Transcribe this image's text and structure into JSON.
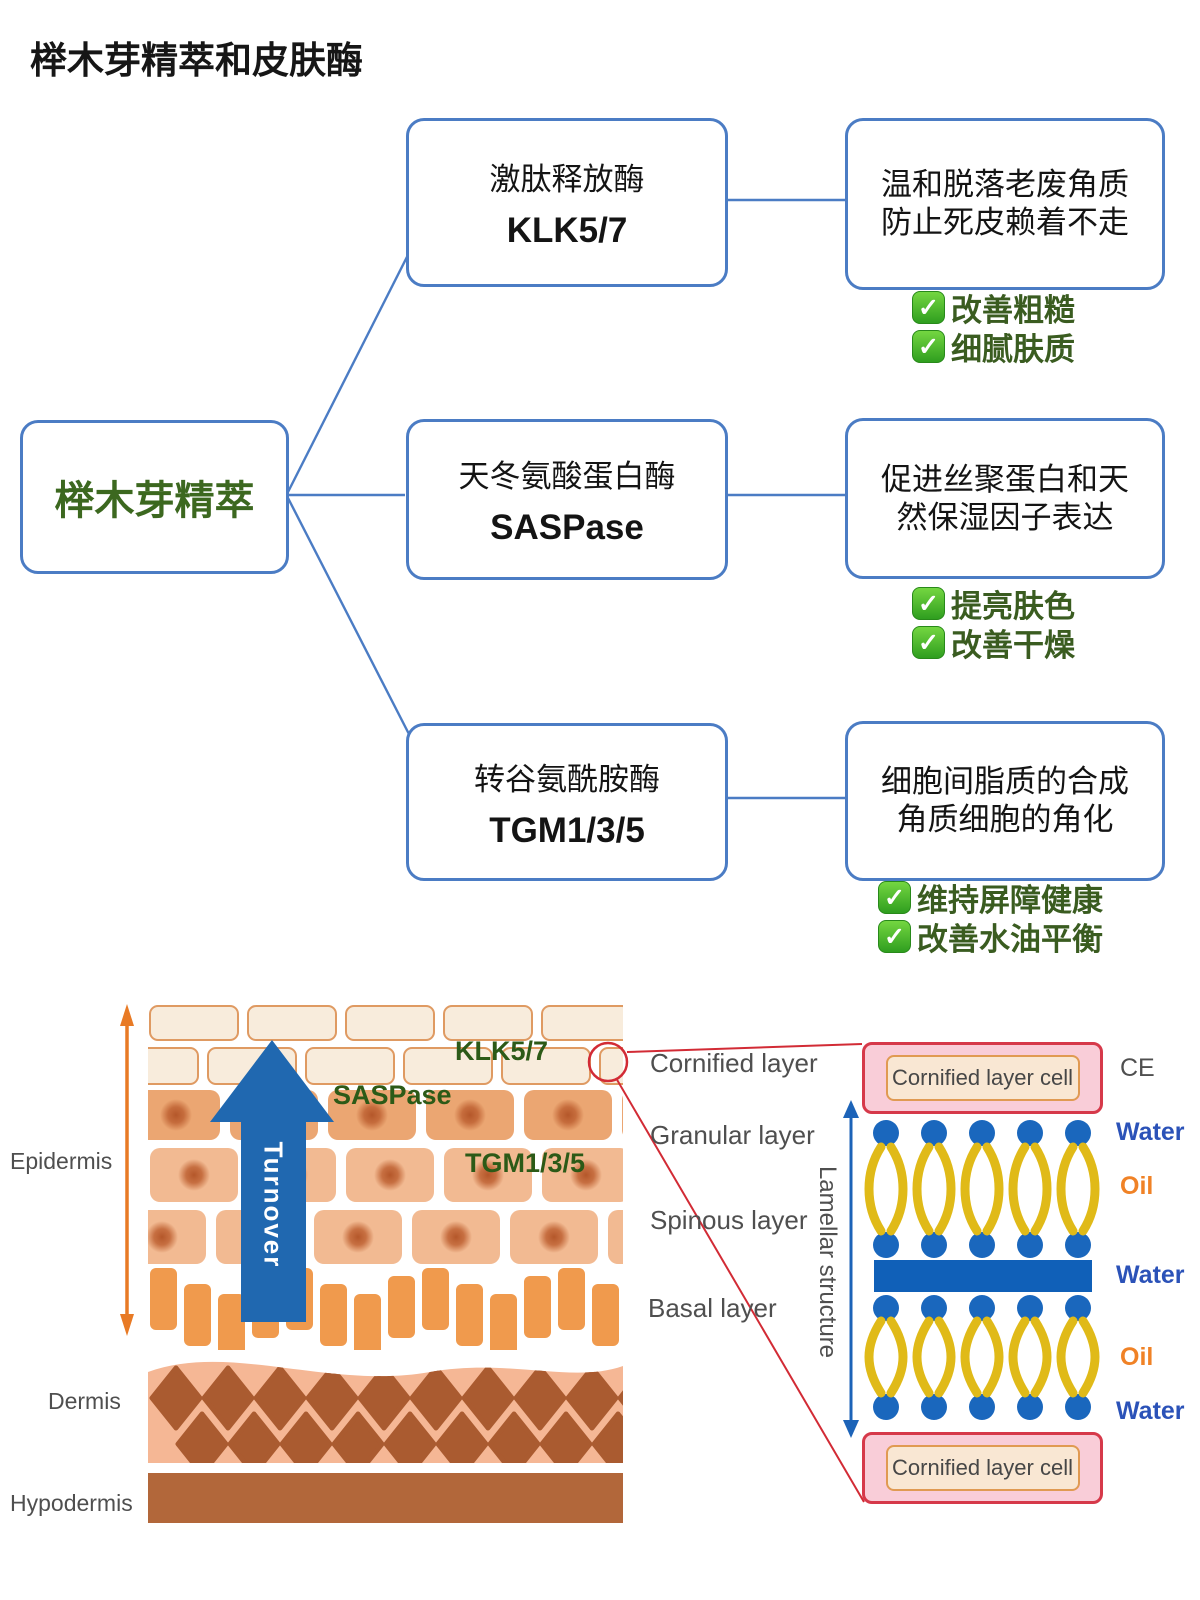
{
  "title": "榉木芽精萃和皮肤酶",
  "flowchart": {
    "source_label": "榉木芽精萃",
    "check_glyph": "✓",
    "branches": [
      {
        "enzyme_cn": "激肽释放酶",
        "enzyme_code": "KLK5/7",
        "effect_line1": "温和脱落老废角质",
        "effect_line2": "防止死皮赖着不走",
        "benefits": [
          "改善粗糙",
          "细腻肤质"
        ]
      },
      {
        "enzyme_cn": "天冬氨酸蛋白酶",
        "enzyme_code": "SASPase",
        "effect_line1": "促进丝聚蛋白和天",
        "effect_line2": "然保湿因子表达",
        "benefits": [
          "提亮肤色",
          "改善干燥"
        ]
      },
      {
        "enzyme_cn": "转谷氨酰胺酶",
        "enzyme_code": "TGM1/3/5",
        "effect_line1": "细胞间脂质的合成",
        "effect_line2": "角质细胞的角化",
        "benefits": [
          "维持屏障健康",
          "改善水油平衡"
        ]
      }
    ]
  },
  "skin_diagram": {
    "region_labels": [
      "Epidermis",
      "Dermis",
      "Hypodermis"
    ],
    "turnover_label": "Turnover",
    "enzyme_annotations": [
      "KLK5/7",
      "SASPase",
      "TGM1/3/5"
    ],
    "layer_labels": [
      "Cornified layer",
      "Granular layer",
      "Spinous layer",
      "Basal layer"
    ],
    "lamellar_label": "Lamellar structure",
    "cell_box_label": "Cornified layer cell",
    "right_labels": [
      "CE",
      "Water",
      "Oil",
      "Water",
      "Oil",
      "Water"
    ]
  },
  "colors": {
    "box_border_blue": "#4b7cc4",
    "source_text_green": "#3c681f",
    "benefit_text_green": "#3a5c20",
    "check_green": "#2f9e1f",
    "annotation_green": "#2c5a17",
    "red_accent": "#d22b35",
    "turnover_blue": "#2068b0",
    "water_blue": "#2b52b8",
    "oil_orange": "#f08226",
    "skin_orange": "#f09a4d",
    "dermis_brown": "#aa5b30"
  }
}
